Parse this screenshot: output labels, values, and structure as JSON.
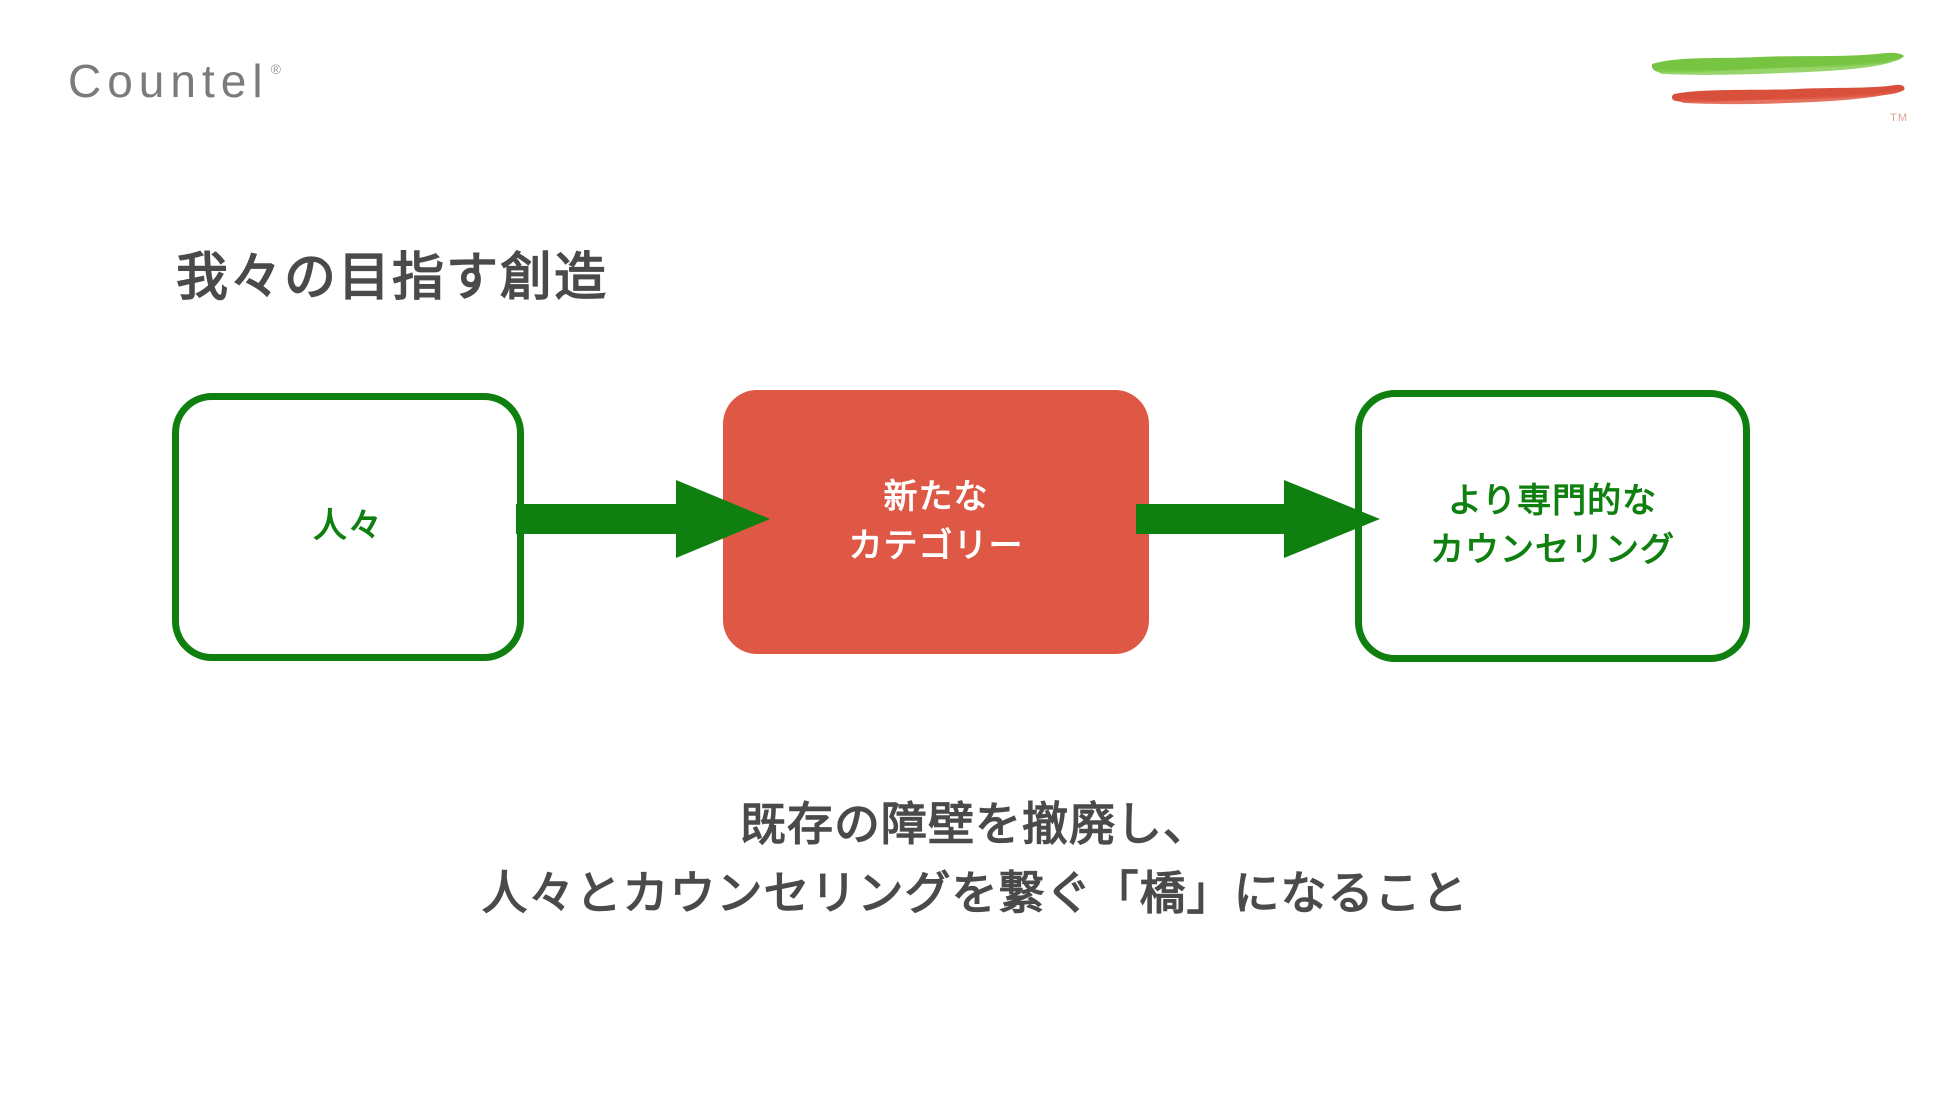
{
  "brand": {
    "logo_text": "Countel",
    "registered_mark": "®",
    "trademark_mark": "TM",
    "stroke_green": "#76c442",
    "stroke_red": "#d8503c",
    "logo_color": "#7b7b7b"
  },
  "slide": {
    "title": "我々の目指す創造",
    "title_color": "#4a4a4a",
    "background": "#ffffff"
  },
  "flow": {
    "accent_green": "#0f800f",
    "accent_red": "#de5845",
    "nodes": [
      {
        "id": "people",
        "label": "人々",
        "lines": [
          "人々"
        ],
        "style": "outline",
        "text_color": "#0f800f",
        "border_color": "#0f800f",
        "fill": "#ffffff"
      },
      {
        "id": "new-category",
        "label": "新たなカテゴリー",
        "lines": [
          "新たな",
          "カテゴリー"
        ],
        "style": "filled",
        "text_color": "#ffffff",
        "border_color": "#de5845",
        "fill": "#de5845"
      },
      {
        "id": "professional-counseling",
        "label": "より専門的なカウンセリング",
        "lines": [
          "より専門的な",
          "カウンセリング"
        ],
        "style": "outline",
        "text_color": "#0f800f",
        "border_color": "#0f800f",
        "fill": "#ffffff"
      }
    ],
    "arrows": [
      {
        "id": "arrow-people-to-category",
        "from": "people",
        "to": "new-category",
        "color": "#0f800f"
      },
      {
        "id": "arrow-category-to-counseling",
        "from": "new-category",
        "to": "professional-counseling",
        "color": "#0f800f"
      }
    ]
  },
  "caption": {
    "lines": [
      "既存の障壁を撤廃し、",
      "人々とカウンセリングを繋ぐ「橋」になること"
    ],
    "color": "#4a4a4a"
  }
}
